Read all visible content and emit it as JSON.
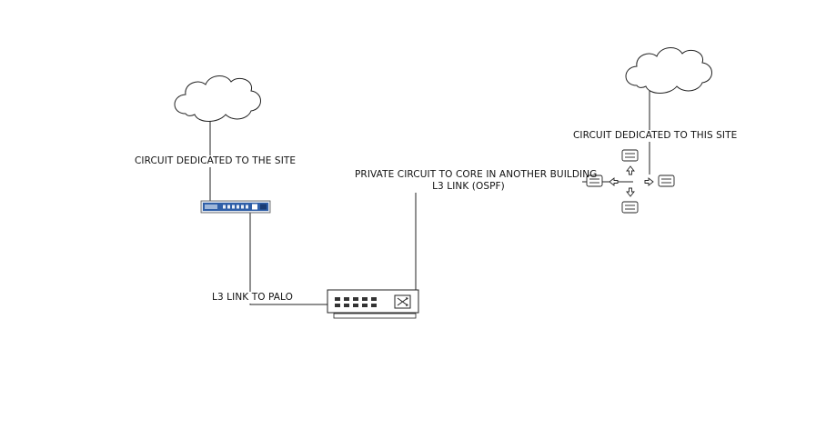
{
  "labels": {
    "circuit_left": "CIRCUIT DEDICATED TO THE SITE",
    "circuit_right": "CIRCUIT DEDICATED TO THIS SITE",
    "private_circuit_line1": "PRIVATE CIRCUIT TO CORE IN ANOTHER BUILDING",
    "private_circuit_line2": "L3 LINK (OSPF)",
    "l3_palo": "L3 LINK TO PALO"
  },
  "nodes": {
    "cloud_left": "cloud-icon",
    "cloud_right": "cloud-icon",
    "firewall": "palo-alto-firewall-icon",
    "switch": "network-switch-icon",
    "router": "router-icon"
  },
  "colors": {
    "line": "#222222",
    "firewall_body": "#2f5fa8",
    "cloud_fill": "#ffffff"
  }
}
